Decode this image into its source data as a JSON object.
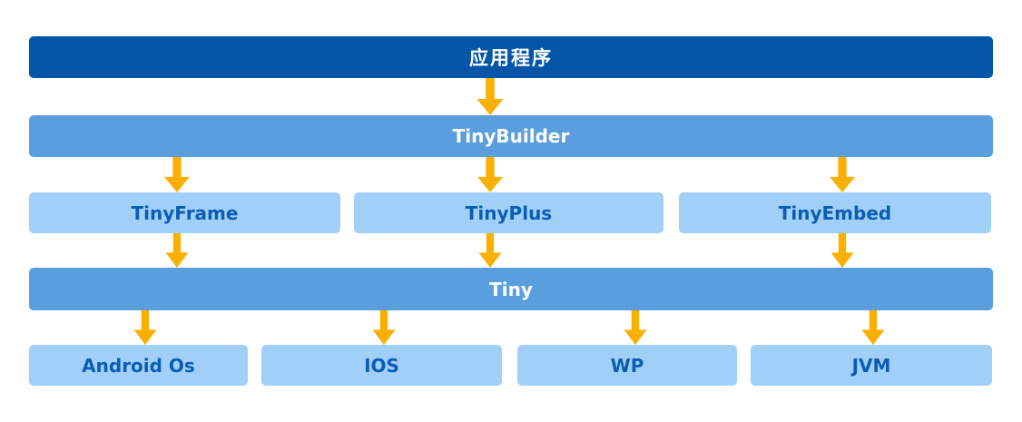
{
  "colors": {
    "dark_blue": "#0456A8",
    "medium_blue": "#5B9EDE",
    "light_blue": "#A0D0F8",
    "arrow_orange": "#FBAF00",
    "label_dark_blue": "#0B5CB4",
    "label_white": "#FFFFFF"
  },
  "nodes": {
    "application": {
      "label": "应用程序"
    },
    "tinybuilder": {
      "label": "TinyBuilder"
    },
    "frameworks": [
      {
        "label": "TinyFrame"
      },
      {
        "label": "TinyPlus"
      },
      {
        "label": "TinyEmbed"
      }
    ],
    "tiny": {
      "label": "Tiny"
    },
    "platforms": [
      {
        "label": "Android Os"
      },
      {
        "label": "IOS"
      },
      {
        "label": "WP"
      },
      {
        "label": "JVM"
      }
    ]
  }
}
